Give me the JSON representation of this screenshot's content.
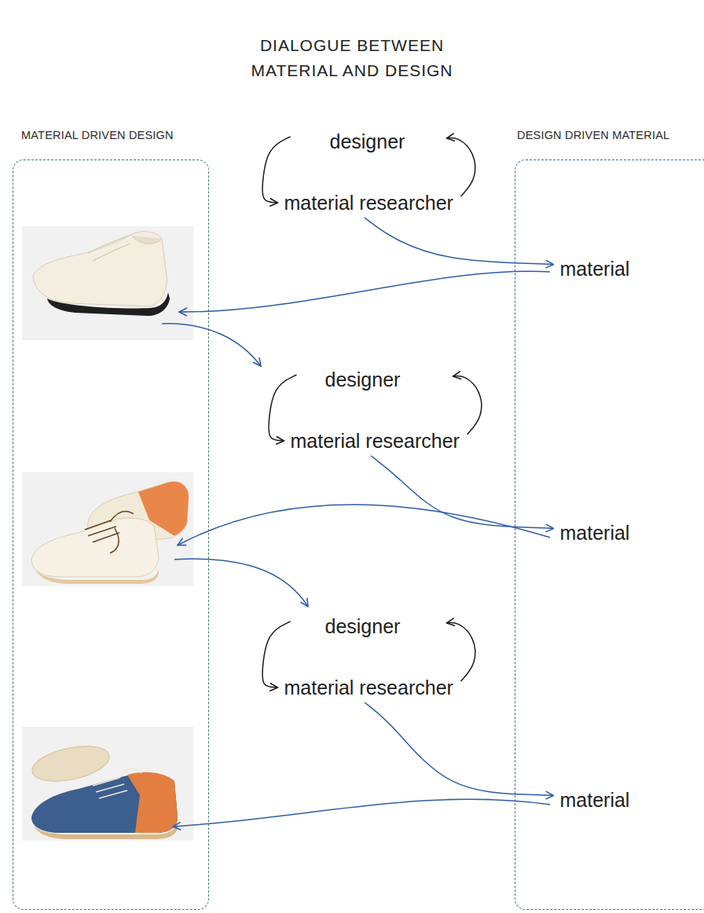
{
  "diagram": {
    "title": "DIALOGUE BETWEEN MATERIAL AND DESIGN",
    "nodes": [
      {
        "text": [
          "MATERIAL DRIVEN DESIGN"
        ]
      },
      {
        "text": [
          "DESIGN DRIVEN MATERIAL"
        ]
      },
      {
        "text": [
          "designer"
        ]
      },
      {
        "text": [
          "material researcher"
        ]
      },
      {
        "text": [
          "material"
        ],
        "in": 1
      },
      {
        "text": [
          "designer"
        ]
      },
      {
        "text": [
          "material researcher"
        ]
      },
      {
        "text": [
          "material"
        ],
        "in": 1
      },
      {
        "text": [
          "designer"
        ]
      },
      {
        "text": [
          "material researcher"
        ]
      },
      {
        "text": [
          "material"
        ],
        "in": 1
      }
    ],
    "edges": [
      {
        "from": 2,
        "to": 3,
        "arrow": "to"
      },
      {
        "from": 3,
        "to": 2,
        "arrow": "to"
      },
      {
        "from": 3,
        "to": 4,
        "arrow": "to"
      },
      {
        "from": 5,
        "to": 6,
        "arrow": "to"
      },
      {
        "from": 6,
        "to": 5,
        "arrow": "to"
      },
      {
        "from": 6,
        "to": 7,
        "arrow": "to"
      },
      {
        "from": 8,
        "to": 9,
        "arrow": "to"
      },
      {
        "from": 9,
        "to": 8,
        "arrow": "to"
      },
      {
        "from": 9,
        "to": 10,
        "arrow": "to"
      }
    ]
  }
}
